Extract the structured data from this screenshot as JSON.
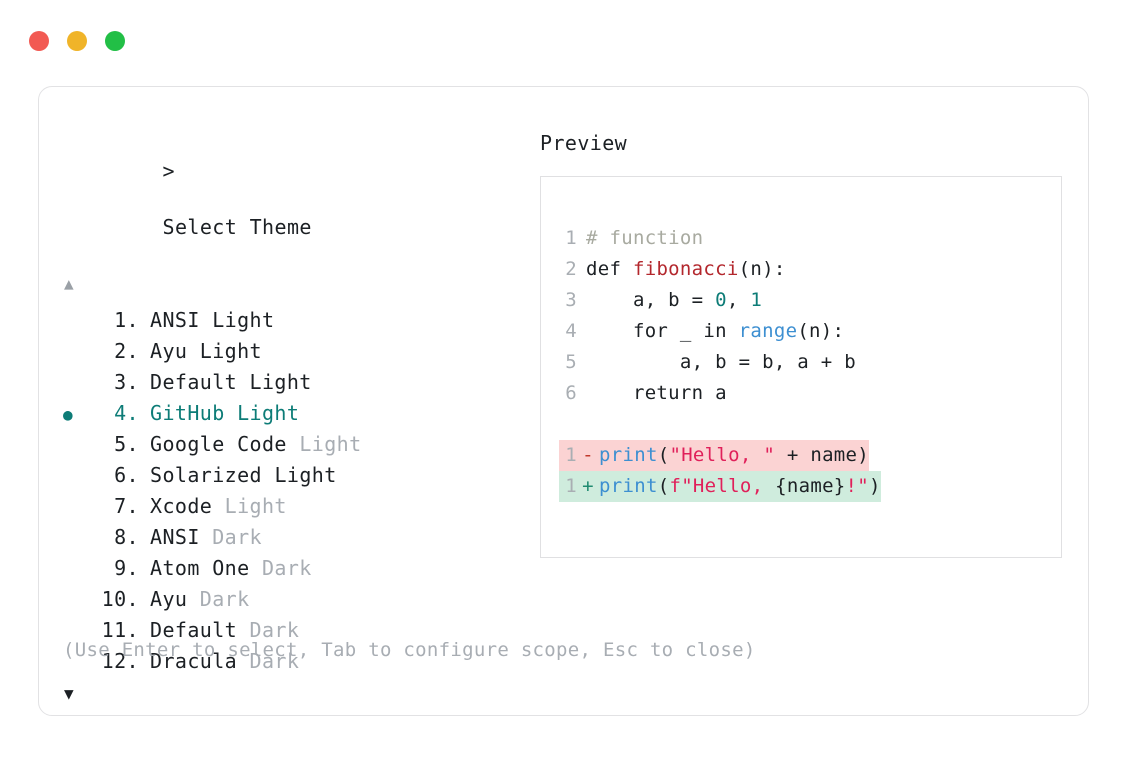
{
  "window": {
    "dots": [
      {
        "name": "close",
        "color": "#f25a53"
      },
      {
        "name": "minimize",
        "color": "#f0b429"
      },
      {
        "name": "maximize",
        "color": "#22bf46"
      }
    ]
  },
  "selector": {
    "prompt_symbol": ">",
    "prompt_label": "Select Theme",
    "scroll_up_glyph": "▲",
    "scroll_down_glyph": "▼",
    "selected_index": 4,
    "selected_bullet_glyph": "●",
    "accent_color": "#0d7c77",
    "muted_color": "#a8adb3",
    "items": [
      {
        "number": "1.",
        "name": "ANSI",
        "suffix": "Light",
        "suffix_muted": false,
        "selected": false
      },
      {
        "number": "2.",
        "name": "Ayu",
        "suffix": "Light",
        "suffix_muted": false,
        "selected": false
      },
      {
        "number": "3.",
        "name": "Default",
        "suffix": "Light",
        "suffix_muted": false,
        "selected": false
      },
      {
        "number": "4.",
        "name": "GitHub",
        "suffix": "Light",
        "suffix_muted": false,
        "selected": true
      },
      {
        "number": "5.",
        "name": "Google Code",
        "suffix": "Light",
        "suffix_muted": true,
        "selected": false
      },
      {
        "number": "6.",
        "name": "Solarized",
        "suffix": "Light",
        "suffix_muted": false,
        "selected": false
      },
      {
        "number": "7.",
        "name": "Xcode",
        "suffix": "Light",
        "suffix_muted": true,
        "selected": false
      },
      {
        "number": "8.",
        "name": "ANSI",
        "suffix": "Dark",
        "suffix_muted": true,
        "selected": false
      },
      {
        "number": "9.",
        "name": "Atom One",
        "suffix": "Dark",
        "suffix_muted": true,
        "selected": false
      },
      {
        "number": "10.",
        "name": "Ayu",
        "suffix": "Dark",
        "suffix_muted": true,
        "selected": false
      },
      {
        "number": "11.",
        "name": "Default",
        "suffix": "Dark",
        "suffix_muted": true,
        "selected": false
      },
      {
        "number": "12.",
        "name": "Dracula",
        "suffix": "Dark",
        "suffix_muted": true,
        "selected": false
      }
    ]
  },
  "preview": {
    "title": "Preview",
    "code_lines": [
      {
        "lineno": "1",
        "tokens": [
          {
            "t": "# function",
            "c": "comment"
          }
        ]
      },
      {
        "lineno": "2",
        "tokens": [
          {
            "t": "def ",
            "c": "kw"
          },
          {
            "t": "fibonacci",
            "c": "fn"
          },
          {
            "t": "(n):",
            "c": "plain"
          }
        ]
      },
      {
        "lineno": "3",
        "tokens": [
          {
            "t": "    a, b = ",
            "c": "plain"
          },
          {
            "t": "0",
            "c": "num"
          },
          {
            "t": ", ",
            "c": "plain"
          },
          {
            "t": "1",
            "c": "num"
          }
        ]
      },
      {
        "lineno": "4",
        "tokens": [
          {
            "t": "    for _ in ",
            "c": "plain"
          },
          {
            "t": "range",
            "c": "builtin"
          },
          {
            "t": "(n):",
            "c": "plain"
          }
        ]
      },
      {
        "lineno": "5",
        "tokens": [
          {
            "t": "        a, b = b, a + b",
            "c": "plain"
          }
        ]
      },
      {
        "lineno": "6",
        "tokens": [
          {
            "t": "    return a",
            "c": "plain"
          }
        ]
      }
    ],
    "diff_lines": [
      {
        "kind": "del",
        "lineno": "1",
        "marker": "-",
        "bg": "#fbd3d3",
        "tokens": [
          {
            "t": "print",
            "c": "builtin"
          },
          {
            "t": "(",
            "c": "plain"
          },
          {
            "t": "\"Hello, \"",
            "c": "str"
          },
          {
            "t": " + name)",
            "c": "plain"
          }
        ]
      },
      {
        "kind": "add",
        "lineno": "1",
        "marker": "+",
        "bg": "#cfecdd",
        "tokens": [
          {
            "t": "print",
            "c": "builtin"
          },
          {
            "t": "(",
            "c": "plain"
          },
          {
            "t": "f\"Hello, ",
            "c": "str"
          },
          {
            "t": "{name}",
            "c": "plain"
          },
          {
            "t": "!\"",
            "c": "str"
          },
          {
            "t": ")",
            "c": "plain"
          }
        ]
      }
    ]
  },
  "footer": {
    "hint": "(Use Enter to select, Tab to configure scope, Esc to close)"
  }
}
